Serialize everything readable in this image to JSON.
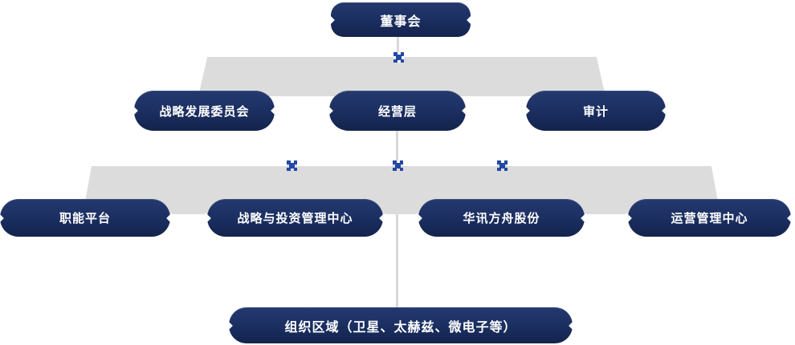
{
  "org_chart": {
    "rows": [
      {
        "nodes": [
          {
            "label": "董事会"
          }
        ]
      },
      {
        "nodes": [
          {
            "label": "战略发展委员会"
          },
          {
            "label": "经营层"
          },
          {
            "label": "审计"
          }
        ]
      },
      {
        "nodes": [
          {
            "label": "职能平台"
          },
          {
            "label": "战略与投资管理中心"
          },
          {
            "label": "华讯方舟股份"
          },
          {
            "label": "运营管理中心"
          }
        ]
      },
      {
        "nodes": [
          {
            "label": "组织区域（卫星、太赫兹、微电子等）"
          }
        ]
      }
    ]
  },
  "icons": {
    "connector": "cross-connector-icon"
  },
  "colors": {
    "background": "#ffffff",
    "band_gray": "#dcdcdc",
    "connector_line": "#d9d9d9",
    "cross_blue": "#2348a5",
    "node_gradient_top": "#24396f",
    "node_gradient_bottom": "#13234d",
    "text": "#ffffff"
  }
}
